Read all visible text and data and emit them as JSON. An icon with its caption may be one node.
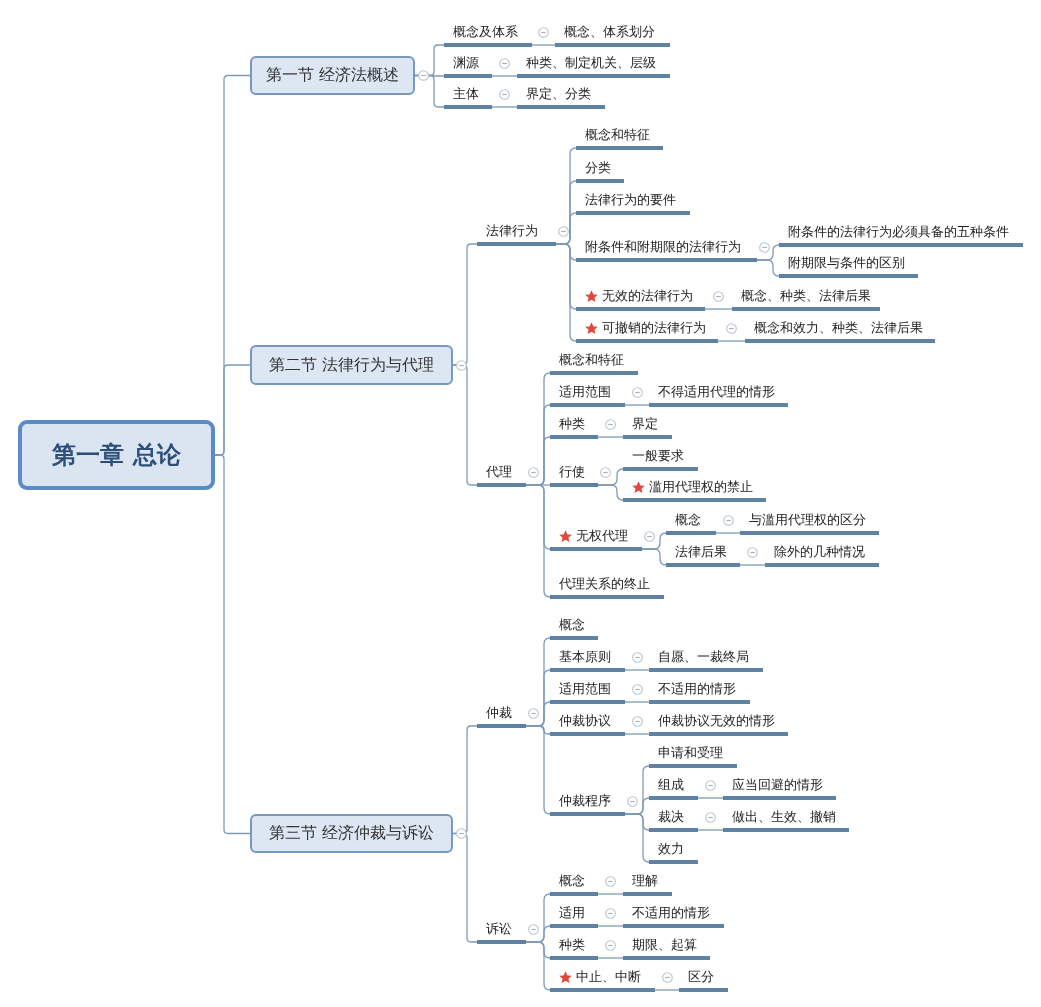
{
  "diagram": {
    "nodes": [
      {
        "text": [
          "第一章 总论"
        ]
      },
      {
        "text": [
          "第一节 经济法概述"
        ]
      },
      {
        "text": [
          "概念及体系"
        ]
      },
      {
        "text": [
          "概念、体系划分"
        ]
      },
      {
        "text": [
          "渊源"
        ]
      },
      {
        "text": [
          "种类、制定机关、层级"
        ]
      },
      {
        "text": [
          "主体"
        ]
      },
      {
        "text": [
          "界定、分类"
        ]
      },
      {
        "text": [
          "第二节 法律行为与代理"
        ]
      },
      {
        "text": [
          "法律行为"
        ]
      },
      {
        "text": [
          "概念和特征"
        ]
      },
      {
        "text": [
          "分类"
        ]
      },
      {
        "text": [
          "法律行为的要件"
        ]
      },
      {
        "text": [
          "附条件和附期限的法律行为"
        ]
      },
      {
        "text": [
          "附条件的法律行为必须具备的五种条件"
        ]
      },
      {
        "text": [
          "附期限与条件的区别"
        ]
      },
      {
        "text": [
          "无效的法律行为"
        ]
      },
      {
        "text": [
          "概念、种类、法律后果"
        ]
      },
      {
        "text": [
          "可撤销的法律行为"
        ]
      },
      {
        "text": [
          "概念和效力、种类、法律后果"
        ]
      },
      {
        "text": [
          "代理"
        ]
      },
      {
        "text": [
          "概念和特征"
        ]
      },
      {
        "text": [
          "适用范围"
        ]
      },
      {
        "text": [
          "不得适用代理的情形"
        ]
      },
      {
        "text": [
          "种类"
        ]
      },
      {
        "text": [
          "界定"
        ]
      },
      {
        "text": [
          "行使"
        ]
      },
      {
        "text": [
          "一般要求"
        ]
      },
      {
        "text": [
          "滥用代理权的禁止"
        ]
      },
      {
        "text": [
          "无权代理"
        ]
      },
      {
        "text": [
          "概念"
        ]
      },
      {
        "text": [
          "与滥用代理权的区分"
        ]
      },
      {
        "text": [
          "法律后果"
        ]
      },
      {
        "text": [
          "除外的几种情况"
        ]
      },
      {
        "text": [
          "代理关系的终止"
        ]
      },
      {
        "text": [
          "第三节 经济仲裁与诉讼"
        ]
      },
      {
        "text": [
          "仲裁"
        ]
      },
      {
        "text": [
          "概念"
        ]
      },
      {
        "text": [
          "基本原则"
        ]
      },
      {
        "text": [
          "自愿、一裁终局"
        ]
      },
      {
        "text": [
          "适用范围"
        ]
      },
      {
        "text": [
          "不适用的情形"
        ]
      },
      {
        "text": [
          "仲裁协议"
        ]
      },
      {
        "text": [
          "仲裁协议无效的情形"
        ]
      },
      {
        "text": [
          "仲裁程序"
        ]
      },
      {
        "text": [
          "申请和受理"
        ]
      },
      {
        "text": [
          "组成"
        ]
      },
      {
        "text": [
          "应当回避的情形"
        ]
      },
      {
        "text": [
          "裁决"
        ]
      },
      {
        "text": [
          "做出、生效、撤销"
        ]
      },
      {
        "text": [
          "效力"
        ]
      },
      {
        "text": [
          "诉讼"
        ]
      },
      {
        "text": [
          "概念"
        ]
      },
      {
        "text": [
          "理解"
        ]
      },
      {
        "text": [
          "适用"
        ]
      },
      {
        "text": [
          "不适用的情形"
        ]
      },
      {
        "text": [
          "种类"
        ]
      },
      {
        "text": [
          "期限、起算"
        ]
      },
      {
        "text": [
          "中止、中断"
        ]
      },
      {
        "text": [
          "区分"
        ]
      }
    ],
    "edges": [
      {
        "from": 0,
        "to": 1,
        "arrow": "none"
      },
      {
        "from": 0,
        "to": 8,
        "arrow": "none"
      },
      {
        "from": 0,
        "to": 35,
        "arrow": "none"
      },
      {
        "from": 1,
        "to": 2,
        "arrow": "none"
      },
      {
        "from": 1,
        "to": 4,
        "arrow": "none"
      },
      {
        "from": 1,
        "to": 6,
        "arrow": "none"
      },
      {
        "from": 2,
        "to": 3,
        "arrow": "none"
      },
      {
        "from": 4,
        "to": 5,
        "arrow": "none"
      },
      {
        "from": 6,
        "to": 7,
        "arrow": "none"
      },
      {
        "from": 8,
        "to": 9,
        "arrow": "none"
      },
      {
        "from": 8,
        "to": 20,
        "arrow": "none"
      },
      {
        "from": 9,
        "to": 10,
        "arrow": "none"
      },
      {
        "from": 9,
        "to": 11,
        "arrow": "none"
      },
      {
        "from": 9,
        "to": 12,
        "arrow": "none"
      },
      {
        "from": 9,
        "to": 13,
        "arrow": "none"
      },
      {
        "from": 9,
        "to": 16,
        "arrow": "none"
      },
      {
        "from": 9,
        "to": 18,
        "arrow": "none"
      },
      {
        "from": 13,
        "to": 14,
        "arrow": "none"
      },
      {
        "from": 13,
        "to": 15,
        "arrow": "none"
      },
      {
        "from": 16,
        "to": 17,
        "arrow": "none"
      },
      {
        "from": 18,
        "to": 19,
        "arrow": "none"
      },
      {
        "from": 20,
        "to": 21,
        "arrow": "none"
      },
      {
        "from": 20,
        "to": 22,
        "arrow": "none"
      },
      {
        "from": 20,
        "to": 24,
        "arrow": "none"
      },
      {
        "from": 20,
        "to": 26,
        "arrow": "none"
      },
      {
        "from": 20,
        "to": 29,
        "arrow": "none"
      },
      {
        "from": 20,
        "to": 34,
        "arrow": "none"
      },
      {
        "from": 22,
        "to": 23,
        "arrow": "none"
      },
      {
        "from": 24,
        "to": 25,
        "arrow": "none"
      },
      {
        "from": 26,
        "to": 27,
        "arrow": "none"
      },
      {
        "from": 26,
        "to": 28,
        "arrow": "none"
      },
      {
        "from": 29,
        "to": 30,
        "arrow": "none"
      },
      {
        "from": 29,
        "to": 32,
        "arrow": "none"
      },
      {
        "from": 30,
        "to": 31,
        "arrow": "none"
      },
      {
        "from": 32,
        "to": 33,
        "arrow": "none"
      },
      {
        "from": 35,
        "to": 36,
        "arrow": "none"
      },
      {
        "from": 35,
        "to": 51,
        "arrow": "none"
      },
      {
        "from": 36,
        "to": 37,
        "arrow": "none"
      },
      {
        "from": 36,
        "to": 38,
        "arrow": "none"
      },
      {
        "from": 36,
        "to": 40,
        "arrow": "none"
      },
      {
        "from": 36,
        "to": 42,
        "arrow": "none"
      },
      {
        "from": 36,
        "to": 44,
        "arrow": "none"
      },
      {
        "from": 38,
        "to": 39,
        "arrow": "none"
      },
      {
        "from": 40,
        "to": 41,
        "arrow": "none"
      },
      {
        "from": 42,
        "to": 43,
        "arrow": "none"
      },
      {
        "from": 44,
        "to": 45,
        "arrow": "none"
      },
      {
        "from": 44,
        "to": 46,
        "arrow": "none"
      },
      {
        "from": 44,
        "to": 48,
        "arrow": "none"
      },
      {
        "from": 44,
        "to": 50,
        "arrow": "none"
      },
      {
        "from": 46,
        "to": 47,
        "arrow": "none"
      },
      {
        "from": 48,
        "to": 49,
        "arrow": "none"
      },
      {
        "from": 51,
        "to": 52,
        "arrow": "none"
      },
      {
        "from": 51,
        "to": 54,
        "arrow": "none"
      },
      {
        "from": 51,
        "to": 56,
        "arrow": "none"
      },
      {
        "from": 51,
        "to": 58,
        "arrow": "none"
      },
      {
        "from": 52,
        "to": 53,
        "arrow": "none"
      },
      {
        "from": 54,
        "to": 55,
        "arrow": "none"
      },
      {
        "from": 56,
        "to": 57,
        "arrow": "none"
      },
      {
        "from": 58,
        "to": 59,
        "arrow": "none"
      }
    ]
  }
}
